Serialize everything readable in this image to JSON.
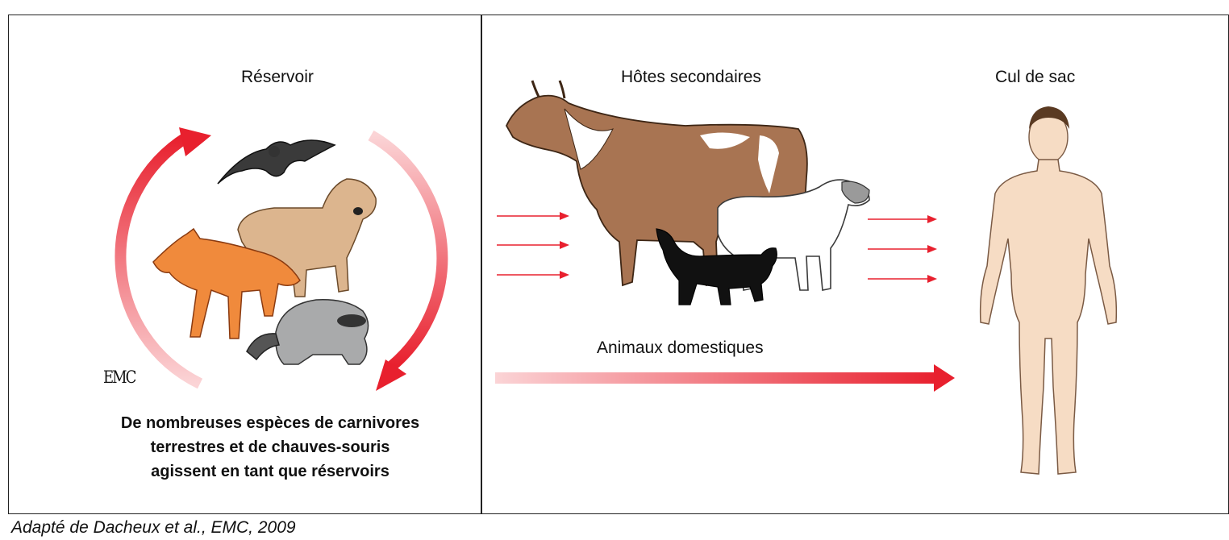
{
  "reservoir": {
    "title": "Réservoir",
    "caption_lines": [
      "De nombreuses espèces de carnivores",
      "terrestres et de chauves-souris",
      "agissent en tant que réservoirs"
    ],
    "animals": [
      "bat",
      "dog",
      "fox",
      "raccoon"
    ],
    "logo": "EMC"
  },
  "secondary_hosts": {
    "title": "Hôtes secondaires",
    "arrow_label": "Animaux domestiques",
    "animals": [
      "cow",
      "sheep",
      "cat"
    ]
  },
  "dead_end": {
    "title": "Cul de sac",
    "figure": "human"
  },
  "source": "Adapté de Dacheux et al., EMC, 2009",
  "colors": {
    "arrow_red": "#e8202e",
    "arrow_fade": "#fbd4d6",
    "cow_brown": "#a87452",
    "dog_tan": "#dcb58e",
    "fox_orange": "#f08a3c",
    "raccoon_grey": "#a9aaab",
    "skin": "#f6dcc4"
  }
}
